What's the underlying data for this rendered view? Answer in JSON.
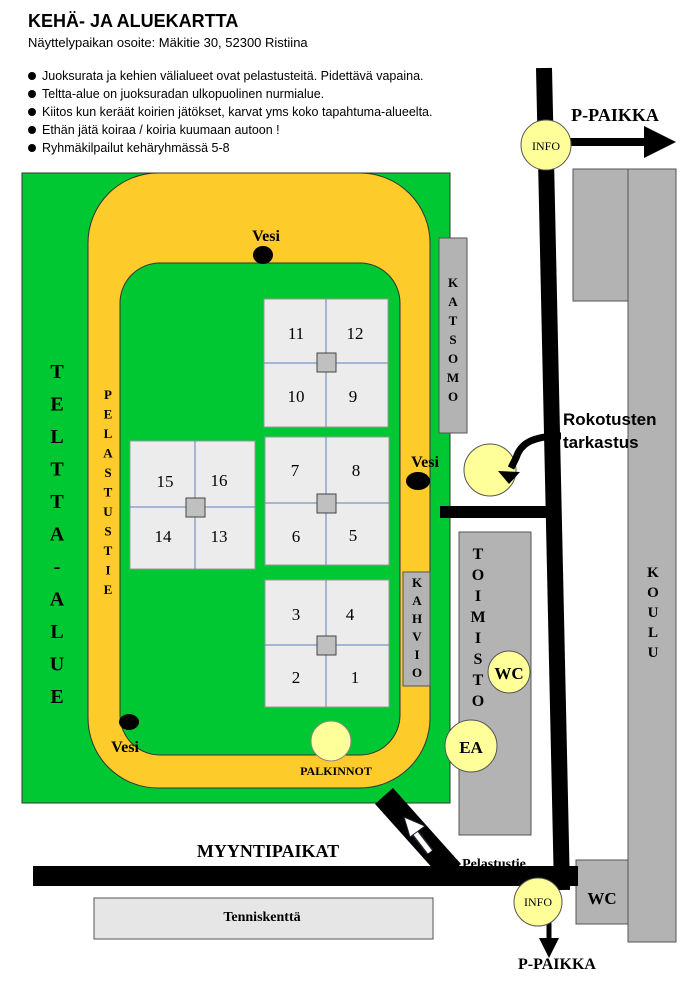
{
  "header": {
    "title": "KEHÄ- JA ALUEKARTTA",
    "address": "Näyttelypaikan osoite: Mäkitie 30, 52300 Ristiina"
  },
  "rules": [
    "Juoksurata ja kehien välialueet ovat pelastusteitä. Pidettävä vapaina.",
    "Teltta-alue on juoksuradan ulkopuolinen nurmialue.",
    "Kiitos kun keräät koirien jätökset, karvat yms koko tapahtuma-alueelta.",
    "Ethän jätä koiraa / koiria kuumaan autoon !",
    "Ryhmäkilpailut kehäryhmässä 5-8"
  ],
  "map": {
    "tent_area": "TELTTA-ALUE",
    "rescue_road_vertical": "PELASTUSTIE",
    "rescue_road": "Pelastustie",
    "water": "Vesi",
    "grandstand": "KATSOMO",
    "cafe": "KAHVIO",
    "office": "TOIMISTO",
    "school": "KOULU",
    "parking": "P-PAIKKA",
    "info": "INFO",
    "wc": "WC",
    "first_aid": "EA",
    "vaccination_check": [
      "Rokotusten",
      "tarkastus"
    ],
    "prizes": "PALKINNOT",
    "sales": "MYYNTIPAIKAT",
    "tennis": "Tenniskenttä",
    "ring_groups": [
      {
        "rings": [
          "11",
          "12",
          "10",
          "9"
        ]
      },
      {
        "rings": [
          "7",
          "8",
          "6",
          "5"
        ]
      },
      {
        "rings": [
          "3",
          "4",
          "2",
          "1"
        ]
      },
      {
        "rings": [
          "15",
          "16",
          "14",
          "13"
        ]
      }
    ]
  },
  "colors": {
    "grass": "#00c832",
    "track": "#fdcc2a",
    "ring": "#ececec",
    "building": "#b3b3b3",
    "marker": "#ffff99",
    "road": "#000000"
  }
}
